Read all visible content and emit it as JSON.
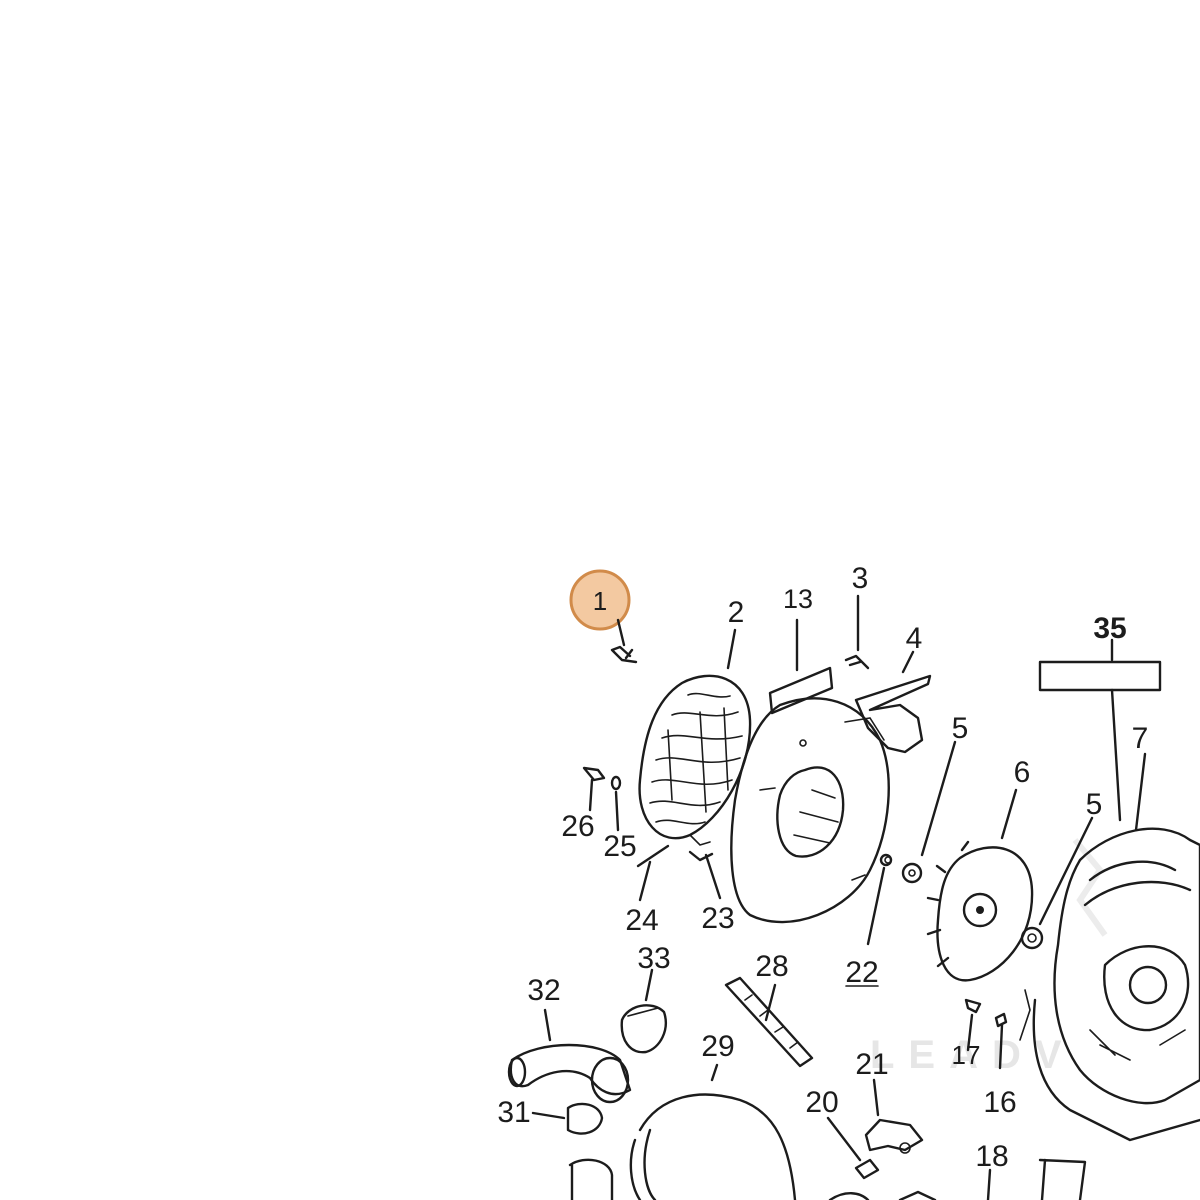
{
  "highlight": {
    "part_number": "1",
    "fill": "#f3c9a1",
    "stroke": "#d18b4a"
  },
  "callouts": {
    "c1": "1",
    "c2": "2",
    "c3": "3",
    "c4": "4",
    "c5a": "5",
    "c5b": "5",
    "c6": "6",
    "c7": "7",
    "c13": "13",
    "c16": "16",
    "c17": "17",
    "c18": "18",
    "c20": "20",
    "c21": "21",
    "c22": "22",
    "c23": "23",
    "c24": "24",
    "c25": "25",
    "c26": "26",
    "c28": "28",
    "c29": "29",
    "c31": "31",
    "c32": "32",
    "c33": "33",
    "c35": "35"
  },
  "watermark": {
    "text": "LEADV...",
    "color": "#e6e6e6"
  },
  "line_color": "#1c1c1c"
}
